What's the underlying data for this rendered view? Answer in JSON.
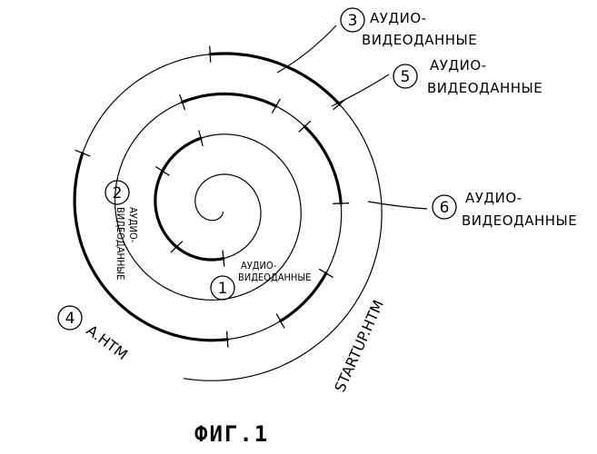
{
  "figure": {
    "caption": "ФИГ.1",
    "regions": [
      {
        "number": "1",
        "label_line1": "АУДИО-",
        "label_line2": "ВИДЕОДАННЫЕ"
      },
      {
        "number": "2",
        "label_line1": "АУДИО-",
        "label_line2": "ВИДЕОДАННЫЕ"
      },
      {
        "number": "3",
        "label_line1": "АУДИО-",
        "label_line2": "ВИДЕОДАННЫЕ"
      },
      {
        "number": "4",
        "label": "A.HTM"
      },
      {
        "number": "5",
        "label_line1": "АУДИО-",
        "label_line2": "ВИДЕОДАННЫЕ"
      },
      {
        "number": "6",
        "label_line1": "АУДИО-",
        "label_line2": "ВИДЕОДАННЫЕ"
      }
    ],
    "track_label": "STARTUP.HTM"
  }
}
